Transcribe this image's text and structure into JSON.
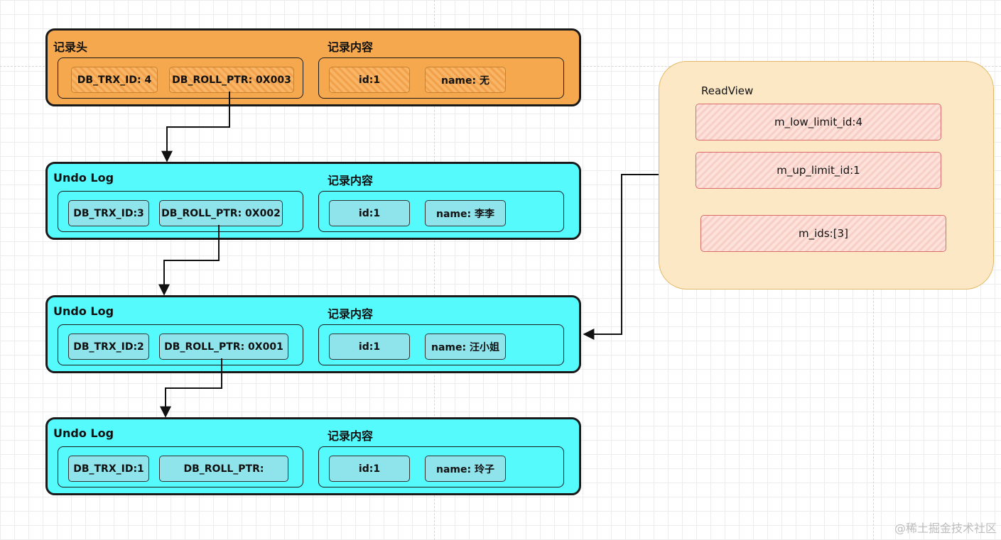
{
  "records": [
    {
      "title": "记录头",
      "content_title": "记录内容",
      "trx_id": "DB_TRX_ID: 4",
      "roll_ptr": "DB_ROLL_PTR: 0X003",
      "id": "id:1",
      "name": "name: 无"
    },
    {
      "title": "Undo Log",
      "content_title": "记录内容",
      "trx_id": "DB_TRX_ID:3",
      "roll_ptr": "DB_ROLL_PTR: 0X002",
      "id": "id:1",
      "name": "name: 李李"
    },
    {
      "title": "Undo Log",
      "content_title": "记录内容",
      "trx_id": "DB_TRX_ID:2",
      "roll_ptr": "DB_ROLL_PTR: 0X001",
      "id": "id:1",
      "name": "name: 汪小姐"
    },
    {
      "title": "Undo Log",
      "content_title": "记录内容",
      "trx_id": "DB_TRX_ID:1",
      "roll_ptr": "DB_ROLL_PTR:",
      "id": "id:1",
      "name": "name: 玲子"
    }
  ],
  "readview": {
    "title": "ReadView",
    "low_limit": "m_low_limit_id:4",
    "up_limit": "m_up_limit_id:1",
    "ids": "m_ids:[3]"
  },
  "watermark": "@稀土掘金技术社区",
  "colors": {
    "record_head": "#f6a84e",
    "undo_log": "#55fafd",
    "readview": "#fde8c5"
  }
}
